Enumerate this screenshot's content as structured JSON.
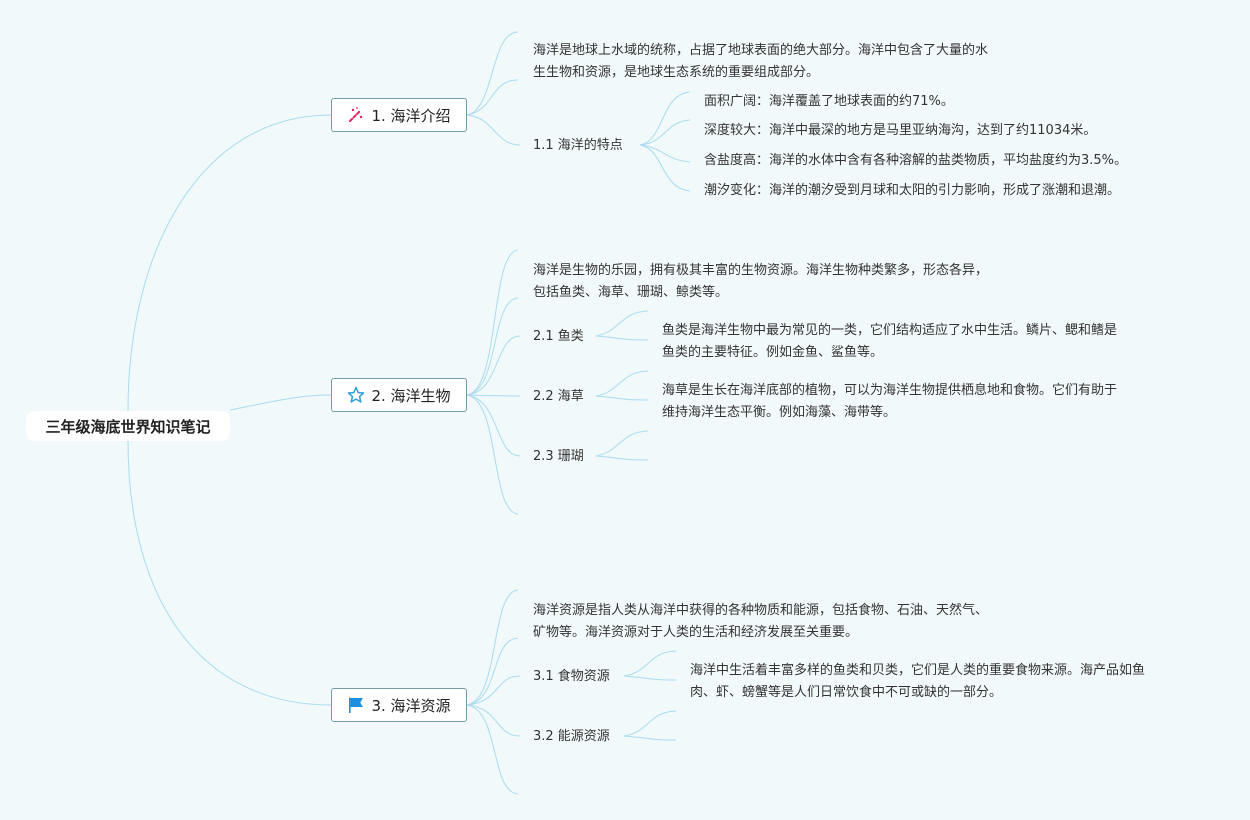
{
  "root": {
    "title": "三年级海底世界知识笔记"
  },
  "branches": [
    {
      "label": "1. 海洋介绍",
      "icon": "magic-wand-icon",
      "intro": [
        "海洋是地球上水域的统称，占据了地球表面的绝大部分。海洋中包含了大量的水",
        "生生物和资源，是地球生态系统的重要组成部分。"
      ],
      "sub": {
        "label": "1.1 海洋的特点",
        "items": [
          "面积广阔：海洋覆盖了地球表面的约71%。",
          "深度较大：海洋中最深的地方是马里亚纳海沟，达到了约11034米。",
          "含盐度高：海洋的水体中含有各种溶解的盐类物质，平均盐度约为3.5%。",
          "潮汐变化：海洋的潮汐受到月球和太阳的引力影响，形成了涨潮和退潮。"
        ]
      }
    },
    {
      "label": "2. 海洋生物",
      "icon": "star-icon",
      "intro": [
        "海洋是生物的乐园，拥有极其丰富的生物资源。海洋生物种类繁多，形态各异，",
        "包括鱼类、海草、珊瑚、鲸类等。"
      ],
      "subs": [
        {
          "label": "2.1 鱼类",
          "desc": [
            "鱼类是海洋生物中最为常见的一类，它们结构适应了水中生活。鳞片、鳃和鳍是",
            "鱼类的主要特征。例如金鱼、鲨鱼等。"
          ]
        },
        {
          "label": "2.2 海草",
          "desc": [
            "海草是生长在海洋底部的植物，可以为海洋生物提供栖息地和食物。它们有助于",
            "维持海洋生态平衡。例如海藻、海带等。"
          ]
        },
        {
          "label": "2.3 珊瑚",
          "desc": []
        }
      ]
    },
    {
      "label": "3. 海洋资源",
      "icon": "flag-icon",
      "intro": [
        "海洋资源是指人类从海洋中获得的各种物质和能源，包括食物、石油、天然气、",
        "矿物等。海洋资源对于人类的生活和经济发展至关重要。"
      ],
      "subs": [
        {
          "label": "3.1 食物资源",
          "desc": [
            "海洋中生活着丰富多样的鱼类和贝类，它们是人类的重要食物来源。海产品如鱼",
            "肉、虾、螃蟹等是人们日常饮食中不可或缺的一部分。"
          ]
        },
        {
          "label": "3.2 能源资源",
          "desc": []
        }
      ]
    }
  ],
  "colors": {
    "line": "#a9dcee",
    "border": "#6f9ea9",
    "background": "#f1f9fb",
    "wand": "#e0245e",
    "star": "#2c9fd9",
    "flag": "#1d8fe0"
  }
}
